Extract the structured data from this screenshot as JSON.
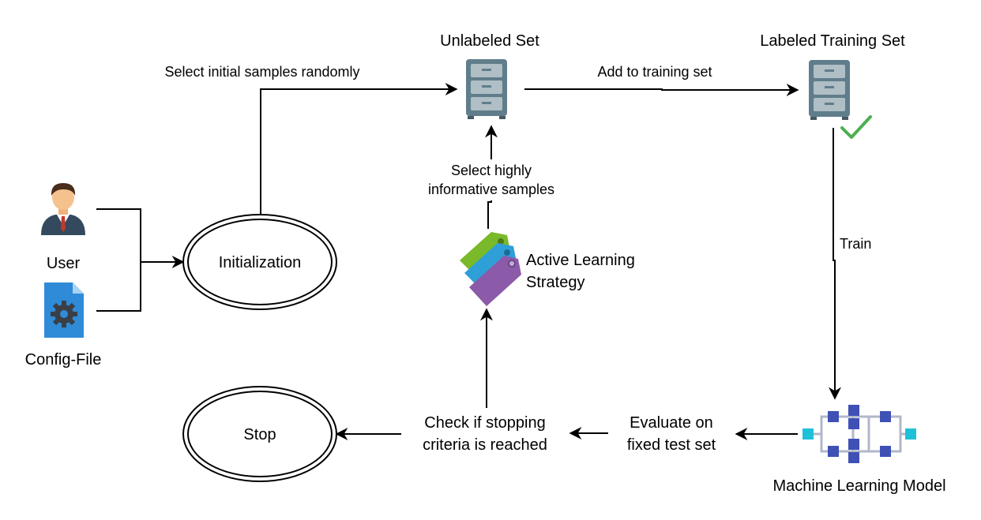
{
  "nodes": {
    "unlabeled_set": "Unlabeled Set",
    "labeled_training_set": "Labeled Training Set",
    "user": "User",
    "config_file": "Config-File",
    "initialization": "Initialization",
    "active_learning_strategy": [
      "Active Learning",
      "Strategy"
    ],
    "machine_learning_model": "Machine Learning Model",
    "stop": "Stop"
  },
  "edges": {
    "select_initial": "Select initial samples randomly",
    "add_to_training": "Add to training set",
    "select_informative": [
      "Select highly",
      "informative samples"
    ],
    "train": "Train",
    "evaluate": [
      "Evaluate on",
      "fixed test set"
    ],
    "check_stopping": [
      "Check if stopping",
      "criteria is reached"
    ]
  },
  "icons": {
    "user": "user-avatar-icon",
    "config_file": "config-file-gear-icon",
    "unlabeled_set": "file-cabinet-icon",
    "labeled_training_set": "file-cabinet-icon",
    "labeled_check": "checkmark-icon",
    "active_learning": "tags-icon",
    "ml_model": "neural-network-icon"
  },
  "colors": {
    "cabinet": "#607d8b",
    "check": "#4caf50",
    "file": "#2f8bd8",
    "tag_green": "#7ab929",
    "tag_blue": "#2f9fd8",
    "tag_purple": "#8b5aa8",
    "network_node": "#3f51b5",
    "network_io": "#1fc1d9"
  }
}
